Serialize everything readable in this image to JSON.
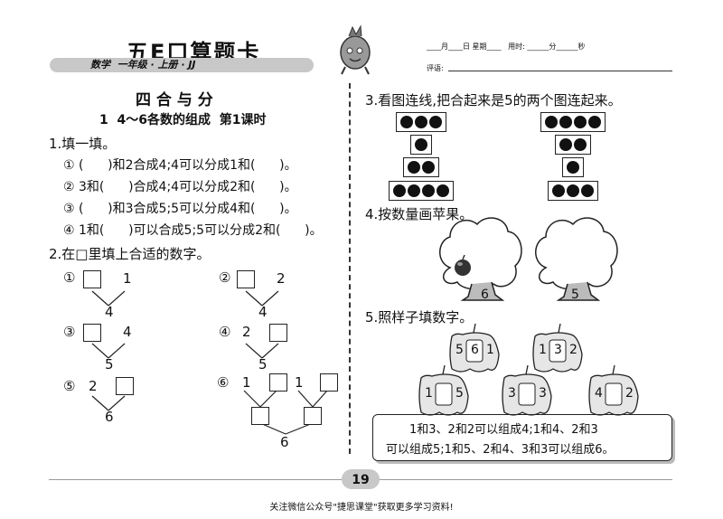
{
  "header": {
    "brand": "五E口算题卡",
    "subject_line": "数学  一年级 · 上册 · JJ",
    "date_line": "____月____日 星期____   用时: ______分______秒",
    "comment_label": "评语:"
  },
  "lesson": {
    "title": "四 合 与 分",
    "subtitle": "1  4～6各数的组成  第1课时"
  },
  "q1": {
    "heading": "1.填一填。",
    "lines": [
      "① (      )和2合成4;4可以分成1和(      )。",
      "② 3和(      )合成4;4可以分成2和(      )。",
      "③ (      )和3合成5;5可以分成4和(      )。",
      "④ 1和(      )可以合成5;5可以分成2和(      )。"
    ]
  },
  "q2": {
    "heading": "2.在□里填上合适的数字。",
    "trees": [
      {
        "label": "①",
        "left": "",
        "right": "1",
        "total": "4"
      },
      {
        "label": "②",
        "left": "",
        "right": "2",
        "total": "4"
      },
      {
        "label": "③",
        "left": "",
        "right": "4",
        "total": "5"
      },
      {
        "label": "④",
        "left": "2",
        "right": "",
        "total": "5"
      },
      {
        "label": "⑤",
        "left": "2",
        "right": "",
        "total": "6"
      },
      {
        "label": "⑥",
        "a": "1",
        "b": "",
        "c": "1",
        "total": "6"
      }
    ]
  },
  "q3": {
    "heading": "3.看图连线,把合起来是5的两个图连起来。",
    "left_counts": [
      3,
      1,
      2,
      4
    ],
    "right_counts": [
      4,
      2,
      1,
      3
    ]
  },
  "q4": {
    "heading": "4.按数量画苹果。",
    "tree_numbers": [
      "6",
      "5"
    ]
  },
  "q5": {
    "heading": "5.照样子填数字。",
    "examples": [
      {
        "l": "5",
        "m": "6",
        "r": "1"
      },
      {
        "l": "1",
        "m": "3",
        "r": "2"
      }
    ],
    "exercises": [
      {
        "l": "1",
        "m": "",
        "r": "5"
      },
      {
        "l": "3",
        "m": "",
        "r": "3"
      },
      {
        "l": "4",
        "m": "",
        "r": "2"
      }
    ],
    "note_line1": "1和3、2和2可以组成4;1和4、2和3",
    "note_line2": "可以组成5;1和5、2和4、3和3可以组成6。"
  },
  "footer": {
    "page_number": "19",
    "notice": "关注微信公众号\"捷思课堂\"获取更多学习资料!"
  }
}
